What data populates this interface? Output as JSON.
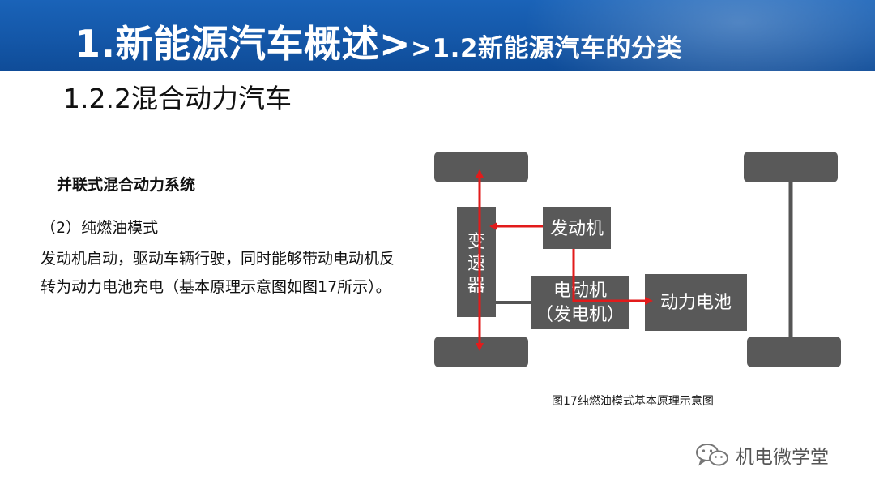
{
  "header": {
    "title_main": "1.新能源汽车概述>",
    "title_sub": ">1.2新能源汽车的分类"
  },
  "section_title": "1.2.2混合动力汽车",
  "subsection_title": "并联式混合动力系统",
  "mode_label": "（2）纯燃油模式",
  "body_text": "发动机启动，驱动车辆行驶，同时能够带动电动机反转为动力电池充电（基本原理示意图如图17所示）。",
  "diagram": {
    "transmission_label": [
      "变",
      "速",
      "器"
    ],
    "engine_label": "发动机",
    "motor_label_1": "电动机",
    "motor_label_2": "（发电机）",
    "battery_label": "动力电池",
    "colors": {
      "box": "#595959",
      "arrow": "#e21b1b",
      "axle": "#555555"
    }
  },
  "figure_caption": "图17纯燃油模式基本原理示意图",
  "watermark": {
    "icon": "wechat-icon",
    "text": "机电微学堂"
  }
}
